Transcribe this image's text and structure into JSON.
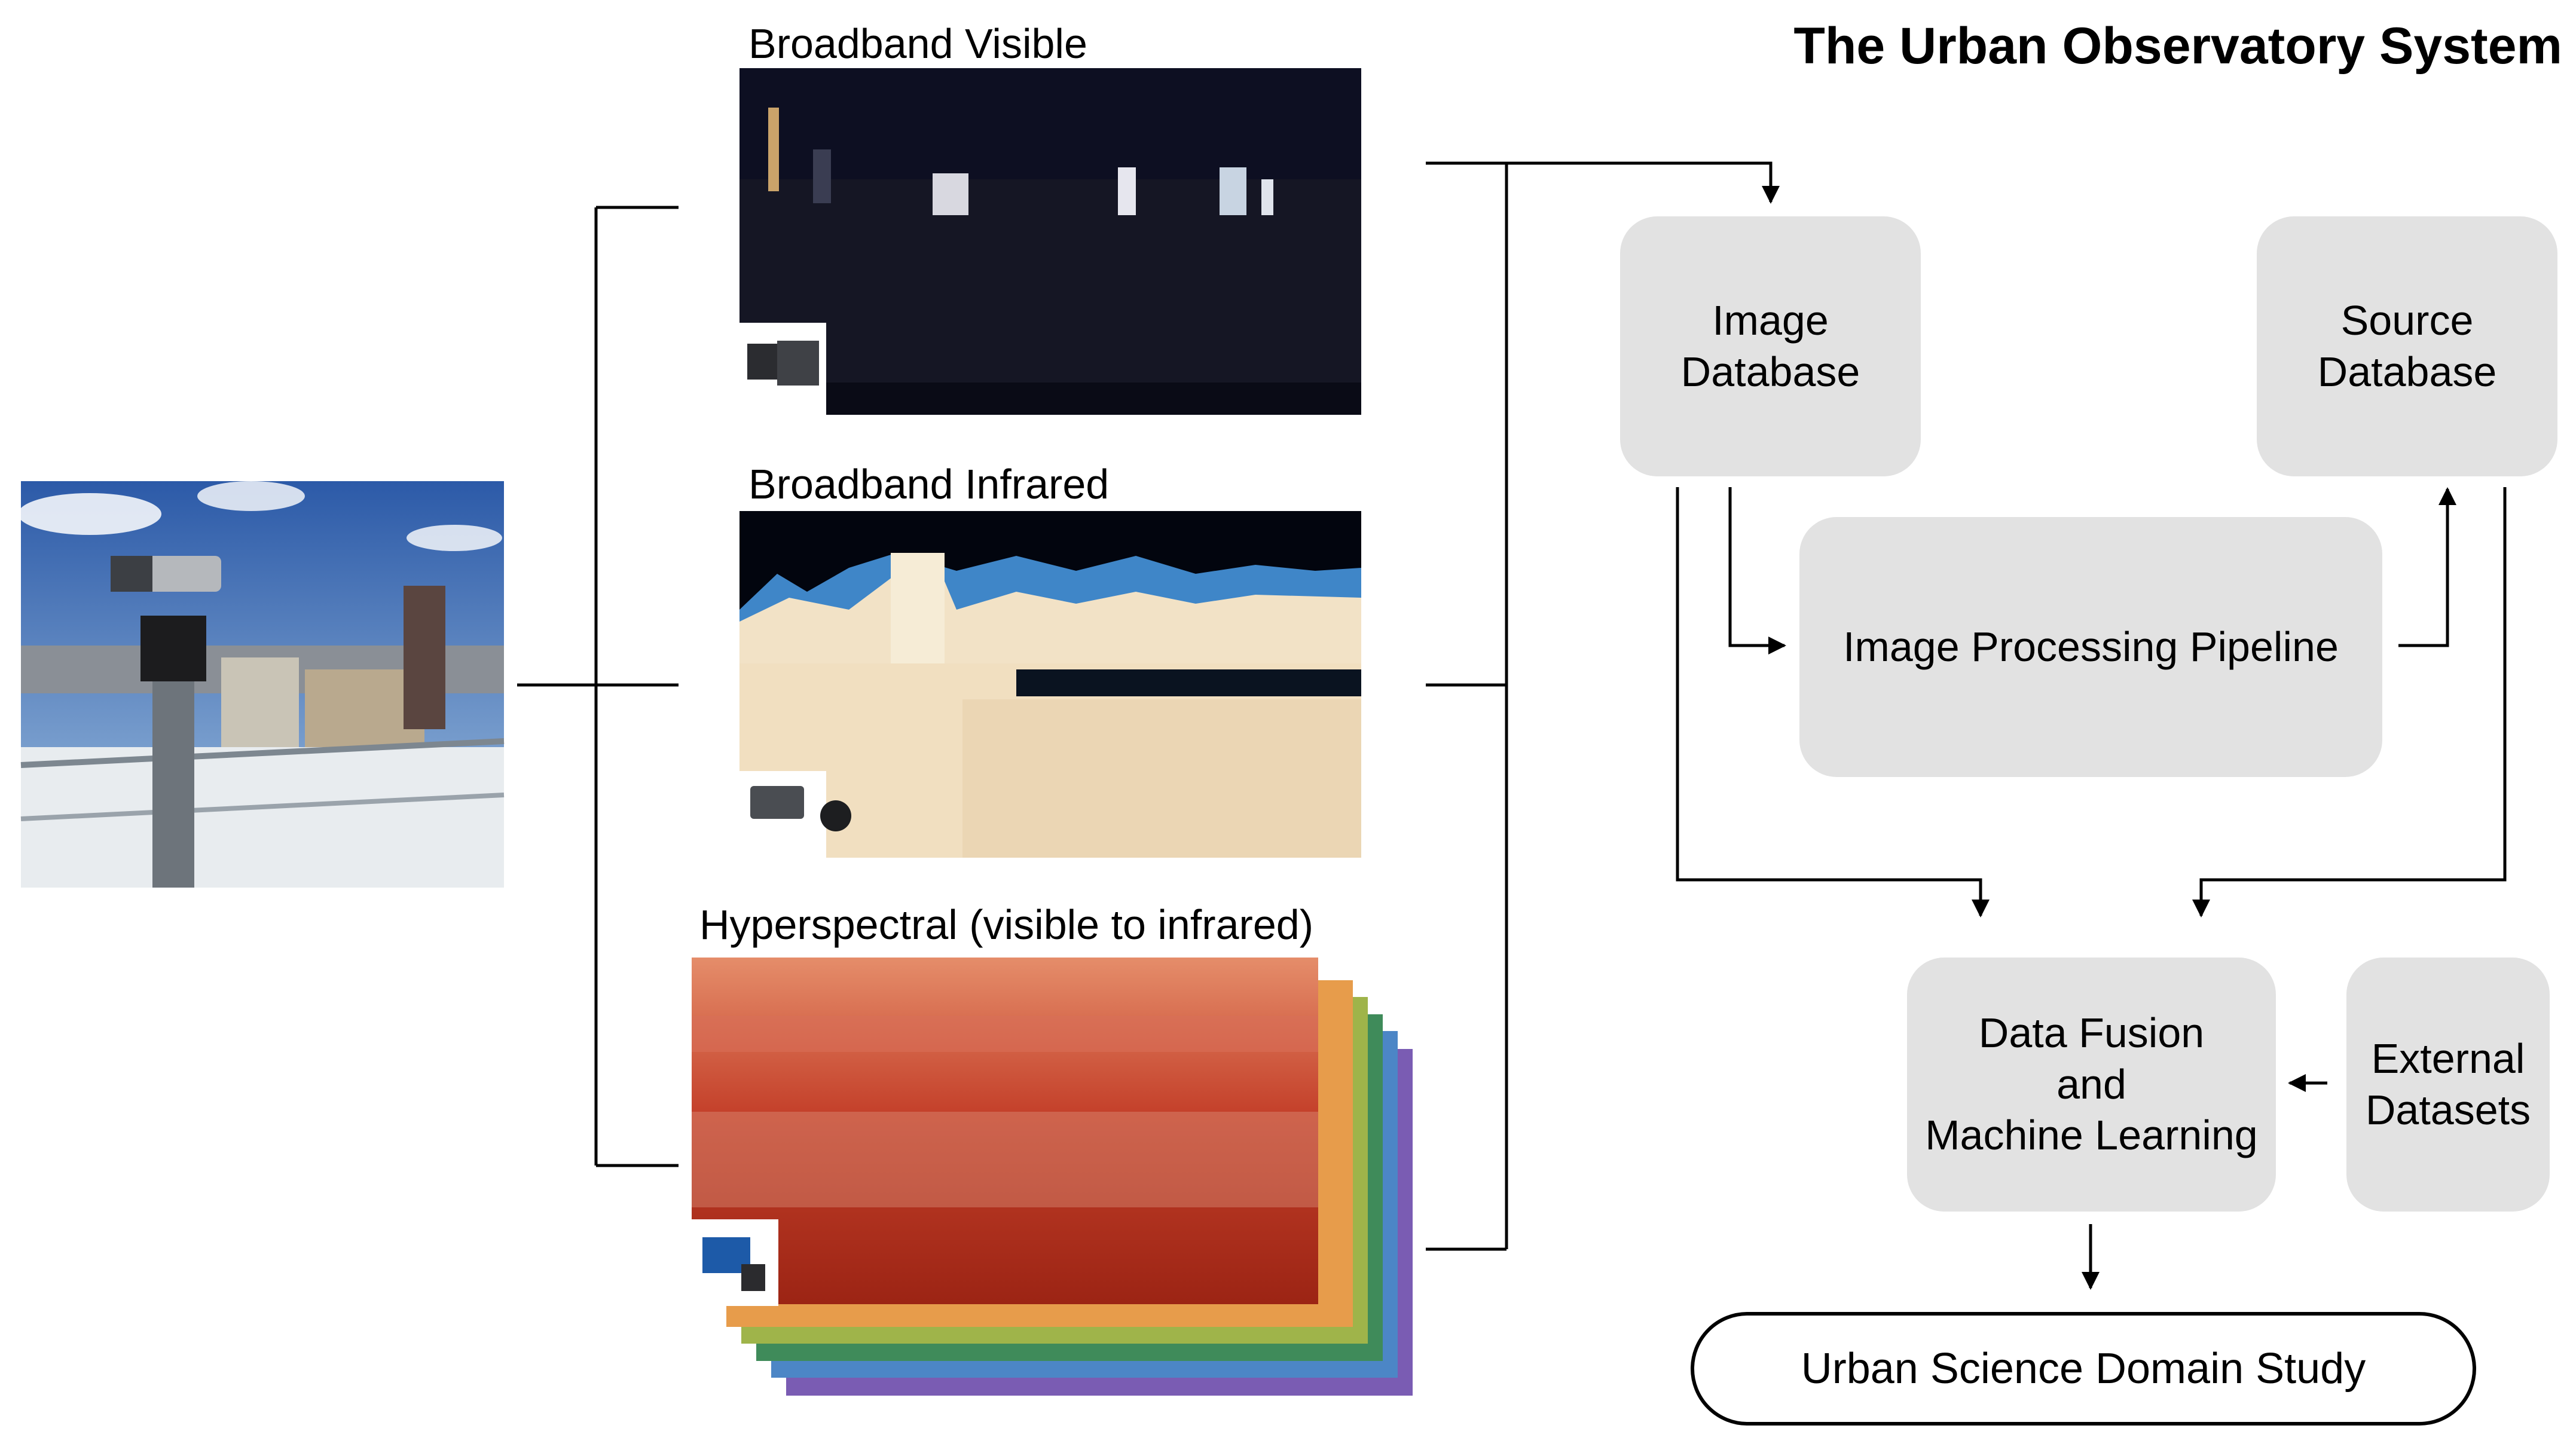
{
  "title": "The Urban Observatory System",
  "sensors": {
    "visible_label": "Broadband Visible",
    "infrared_label": "Broadband Infrared",
    "hyperspectral_label": "Hyperspectral (visible to infrared)"
  },
  "boxes": {
    "image_db": [
      "Image",
      "Database"
    ],
    "source_db": [
      "Source",
      "Database"
    ],
    "pipeline": "Image Processing Pipeline",
    "fusion": [
      "Data Fusion",
      "and",
      "Machine Learning"
    ],
    "external": [
      "External",
      "Datasets"
    ],
    "study": "Urban Science Domain Study"
  },
  "colors": {
    "box_fill": "#e2e2e2",
    "night_sky": "#0d0f22",
    "thermal_sky": "#02050e",
    "hyperspectral_red": "#c4402a"
  }
}
